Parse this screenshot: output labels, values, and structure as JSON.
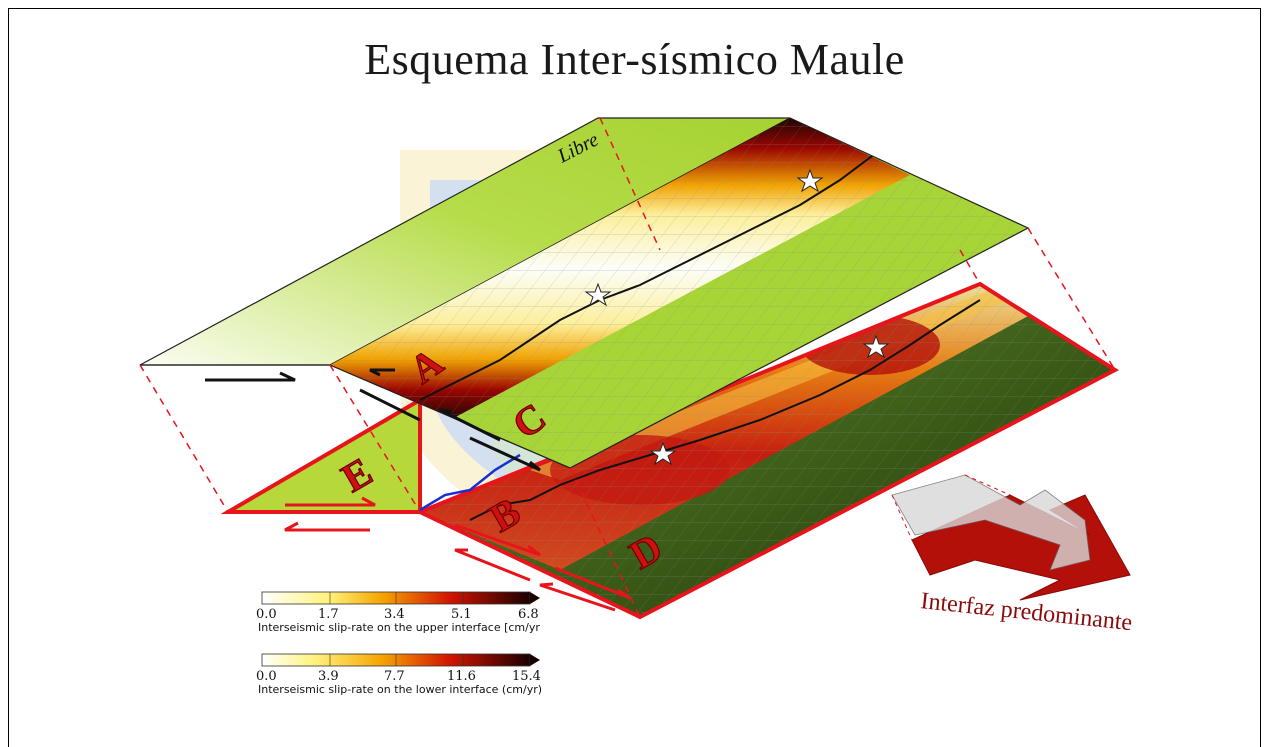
{
  "title": "Esquema Inter-sísmico Maule",
  "labels": {
    "libre": "Libre",
    "interfaz": "Interfaz predominante",
    "regions": [
      "A",
      "B",
      "C",
      "D",
      "E"
    ]
  },
  "colorbars": [
    {
      "ticks": [
        "0.0",
        "1.7",
        "3.4",
        "5.1",
        "6.8"
      ],
      "label": "Interseismic slip-rate on the upper interface [cm/yr"
    },
    {
      "ticks": [
        "0.0",
        "3.9",
        "7.7",
        "11.6",
        "15.4"
      ],
      "label": "Interseismic slip-rate on the lower interface (cm/yr)"
    }
  ],
  "colors": {
    "slab_outline": "#e8141c",
    "dark_red": "#8e0b0b",
    "green_light": "#c8e66a",
    "green_dark": "#2f4a10"
  }
}
